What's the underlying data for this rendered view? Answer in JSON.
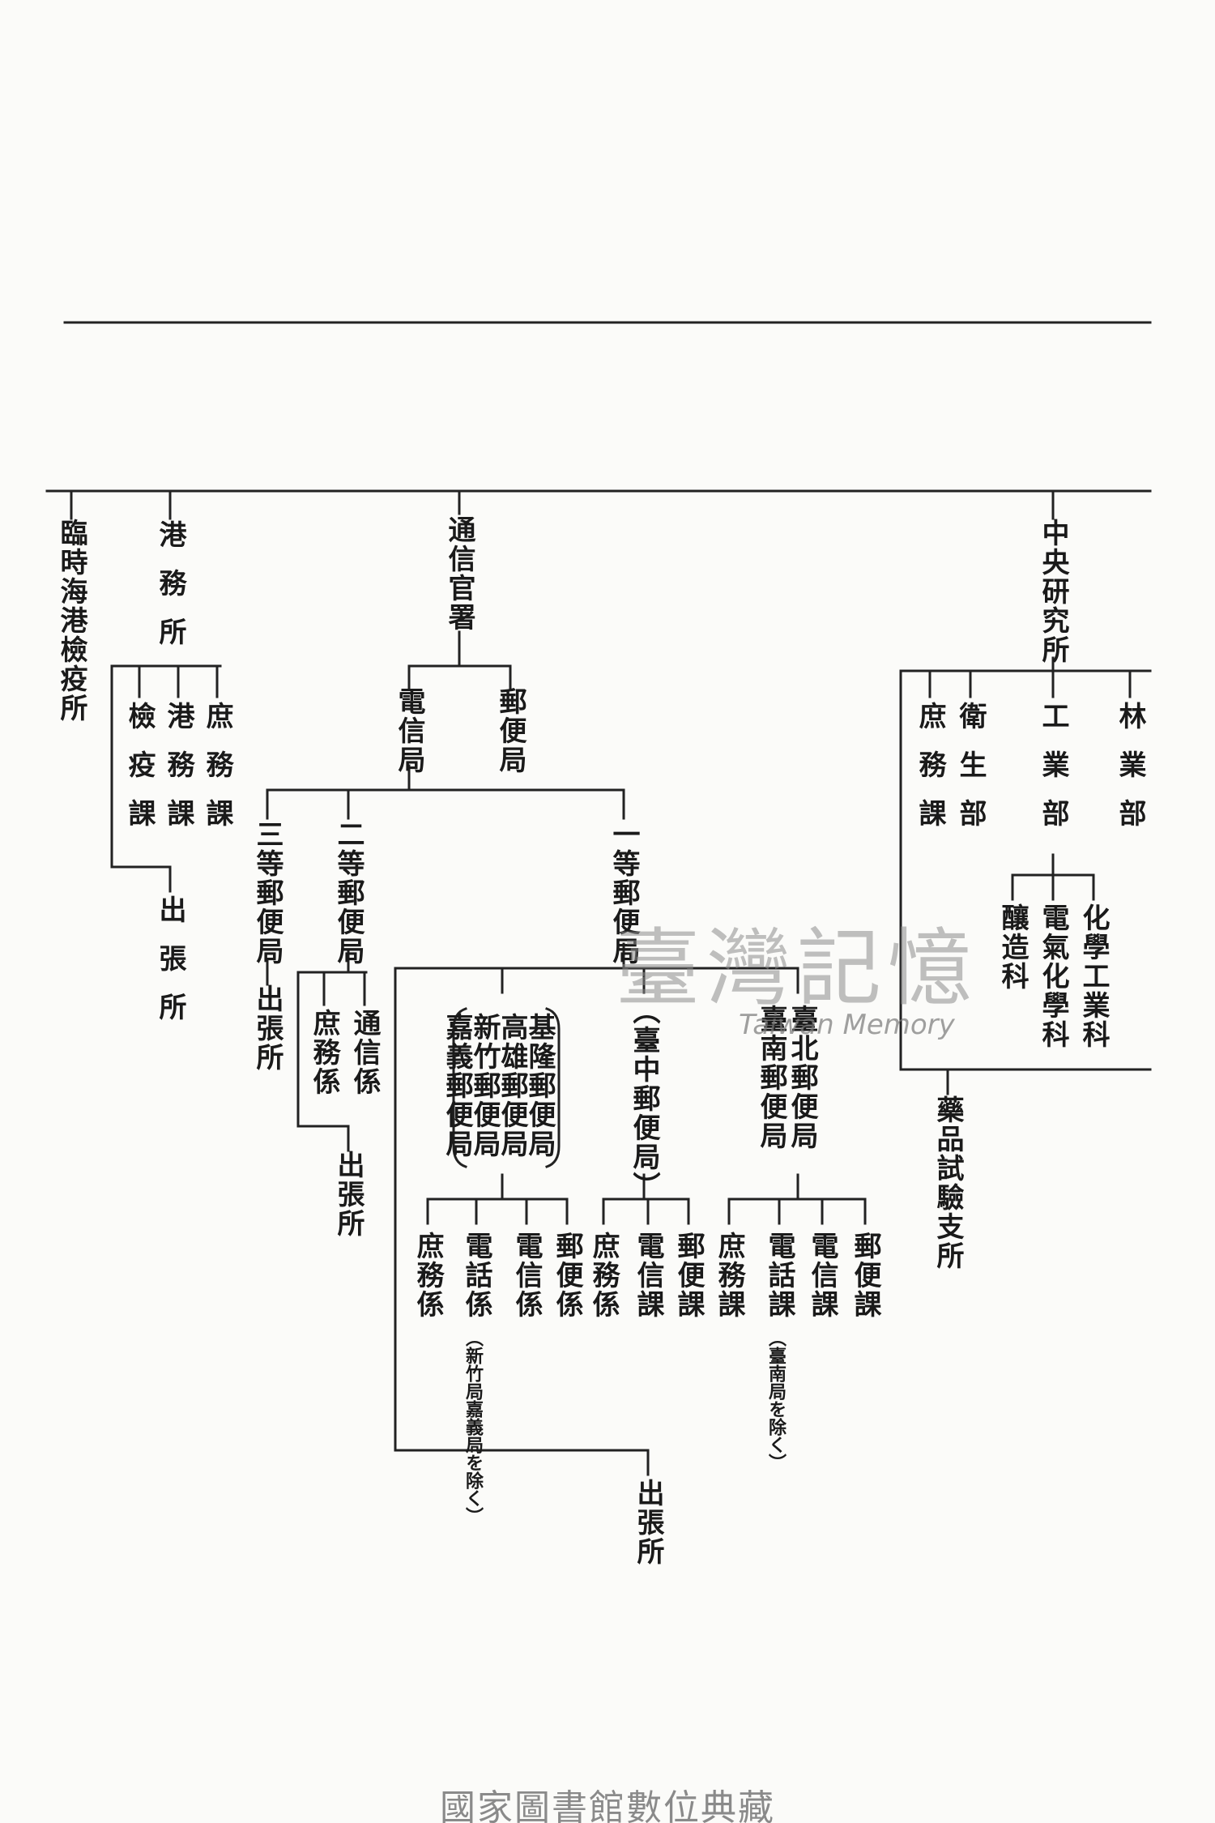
{
  "nodes": {
    "rinji_kaiko": "臨時海港檢疫所",
    "komusho": "港務所",
    "komusho_ken": "檢疫課",
    "komusho_kom": "港務課",
    "komusho_sho": "庶務課",
    "komusho_shucho": "出張所",
    "tsushin": "通信官署",
    "denshin": "電信局",
    "yubin": "郵便局",
    "santo": "三等郵便局",
    "santo_shucho": "出張所",
    "nito": "二等郵便局",
    "nito_sho": "庶務係",
    "nito_tsu": "通信係",
    "nito_shucho": "出張所",
    "itto": "一等郵便局",
    "g1_a": "基隆郵便局",
    "g1_b": "高雄郵便局",
    "g1_c": "新竹郵便局",
    "g1_d": "嘉義郵便局",
    "g1_sho": "庶務係",
    "g1_den": "電話係",
    "g1_note": "（新竹局嘉義局を除く）",
    "g1_dens": "電信係",
    "g1_yu": "郵便係",
    "g2": "（臺中郵便局）",
    "g2_sho": "庶務係",
    "g2_den": "電信課",
    "g2_yu": "郵便課",
    "g3_a": "臺北郵便局",
    "g3_b": "臺南郵便局",
    "g3_sho": "庶務課",
    "g3_den": "電話課",
    "g3_note": "（臺南局を除く）",
    "g3_dens": "電信課",
    "g3_yu": "郵便課",
    "itto_shucho": "出張所",
    "chuo": "中央研究所",
    "ringyo": "林業部",
    "kogyo": "工業部",
    "eisei": "衛生部",
    "chuo_sho": "庶務課",
    "kagaku": "化學工業科",
    "denki": "電氣化學科",
    "jozo": "釀造科",
    "yakuhin": "藥品試驗支所"
  },
  "watermark": {
    "title": "臺灣記憶",
    "subtitle": "Taiwan Memory"
  },
  "footer": "國家圖書館數位典藏"
}
